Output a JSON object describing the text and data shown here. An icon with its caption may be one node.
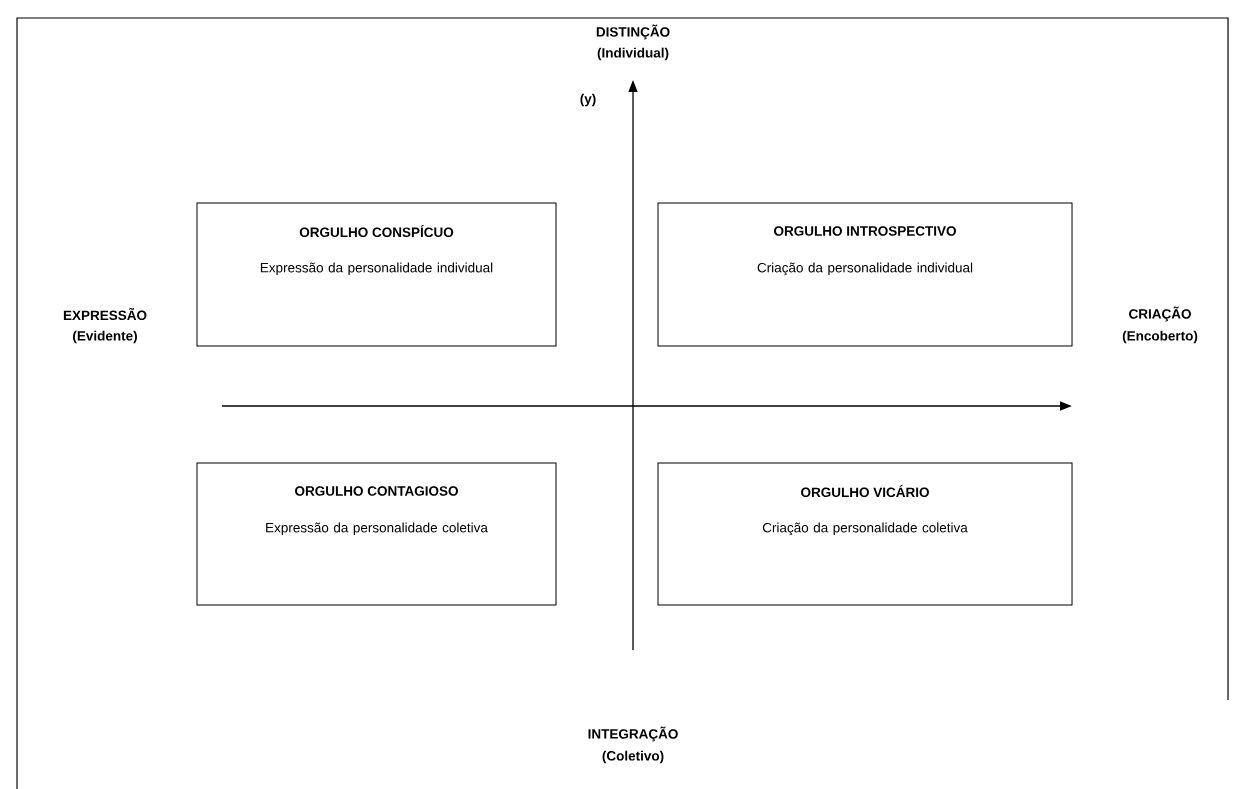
{
  "diagram": {
    "nodes": [
      {
        "text": [
          "ORGULHO CONSPÍCUO",
          "Expressão da personalidade individual"
        ]
      },
      {
        "text": [
          "ORGULHO INTROSPECTIVO",
          "Criação da personalidade individual"
        ]
      },
      {
        "text": [
          "ORGULHO CONTAGIOSO",
          "Expressão da personalidade coletiva"
        ]
      },
      {
        "text": [
          "ORGULHO VICÁRIO",
          "Criação da personalidade coletiva"
        ]
      }
    ],
    "labels": [
      "DISTINÇÃO",
      "(Individual)",
      "(y)",
      "EXPRESSÃO",
      "(Evidente)",
      "CRIAÇÃO",
      "(Encoberto)",
      "INTEGRAÇÃO",
      "(Coletivo)"
    ]
  }
}
